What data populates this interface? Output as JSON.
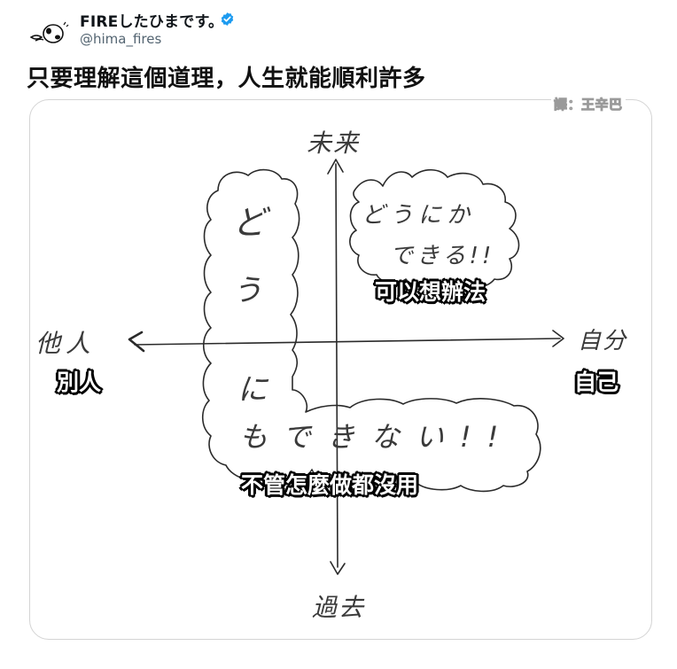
{
  "tweet": {
    "display_name": "FIREしたひまです。",
    "handle": "@hima_fires",
    "verified": true,
    "verified_color": "#1d9bf0"
  },
  "headline": "只要理解這個道理，人生就能順利許多",
  "image": {
    "credit": "譯：王辛巴",
    "axes": {
      "up": "未来",
      "down": "過去",
      "left": "他人",
      "right": "自分"
    },
    "bubbles": {
      "top_right": [
        "どうにか",
        "できる!!"
      ],
      "left_column": [
        "ど",
        "う"
      ],
      "bottom": [
        "に",
        "もできない!!"
      ]
    },
    "subtitles": {
      "can_manage": "可以想辦法",
      "others": "別人",
      "self": "自己",
      "cannot_do": "不管怎麼做都沒用"
    }
  }
}
